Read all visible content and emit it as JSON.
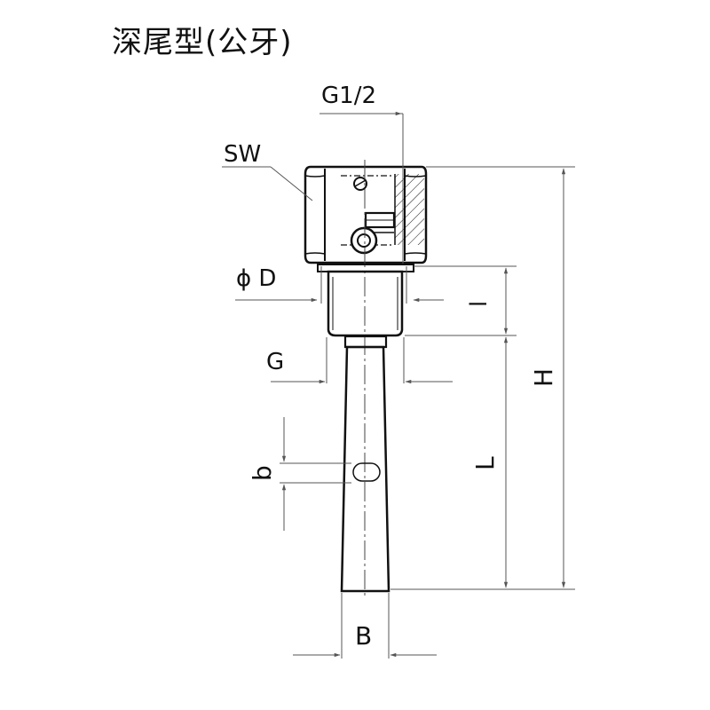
{
  "title": "深尾型(公牙)",
  "labels": {
    "g12": "G1/2",
    "sw": "SW",
    "phi_d": "ϕ D",
    "g": "G",
    "l_small": "l",
    "b_small": "b",
    "l_big": "L",
    "h": "H",
    "b_big": "B"
  },
  "colors": {
    "line": "#111111",
    "dim": "#555555"
  }
}
